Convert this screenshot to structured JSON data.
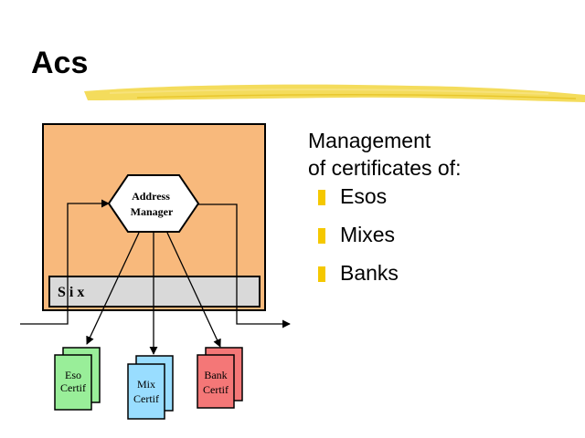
{
  "slide": {
    "title": "Acs",
    "intro_lines": [
      "Management",
      "of certificates of:"
    ],
    "bullets": [
      "Esos",
      "Mixes",
      "Banks"
    ]
  },
  "diagram": {
    "address_manager": [
      "Address",
      "Manager"
    ],
    "six_label": "S i x",
    "certificates": [
      {
        "lines": [
          "Eso",
          "Certif"
        ],
        "color": "#99ee99"
      },
      {
        "lines": [
          "Mix",
          "Certif"
        ],
        "color": "#99ddff"
      },
      {
        "lines": [
          "Bank",
          "Certif"
        ],
        "color": "#f47777"
      }
    ]
  },
  "colors": {
    "container_fill": "#f8b97c",
    "six_bar_fill": "#d9d9d9",
    "bullet_color": "#f5c800",
    "brush_color": "#f3d84a"
  }
}
